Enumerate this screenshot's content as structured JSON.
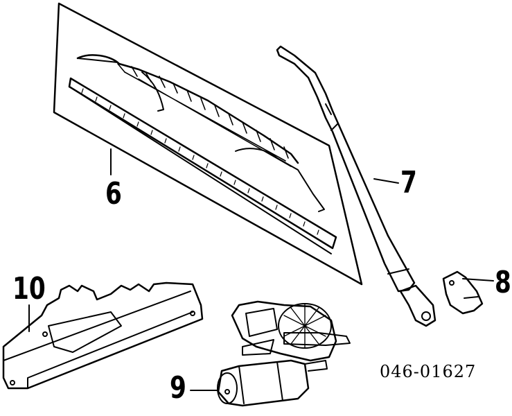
{
  "callouts": [
    {
      "id": "6",
      "label": "6"
    },
    {
      "id": "7",
      "label": "7"
    },
    {
      "id": "8",
      "label": "8"
    },
    {
      "id": "9",
      "label": "9"
    },
    {
      "id": "10",
      "label": "10"
    }
  ],
  "diagram_code": "046-01627",
  "colors": {
    "ink": "#000000",
    "paper": "#ffffff"
  }
}
